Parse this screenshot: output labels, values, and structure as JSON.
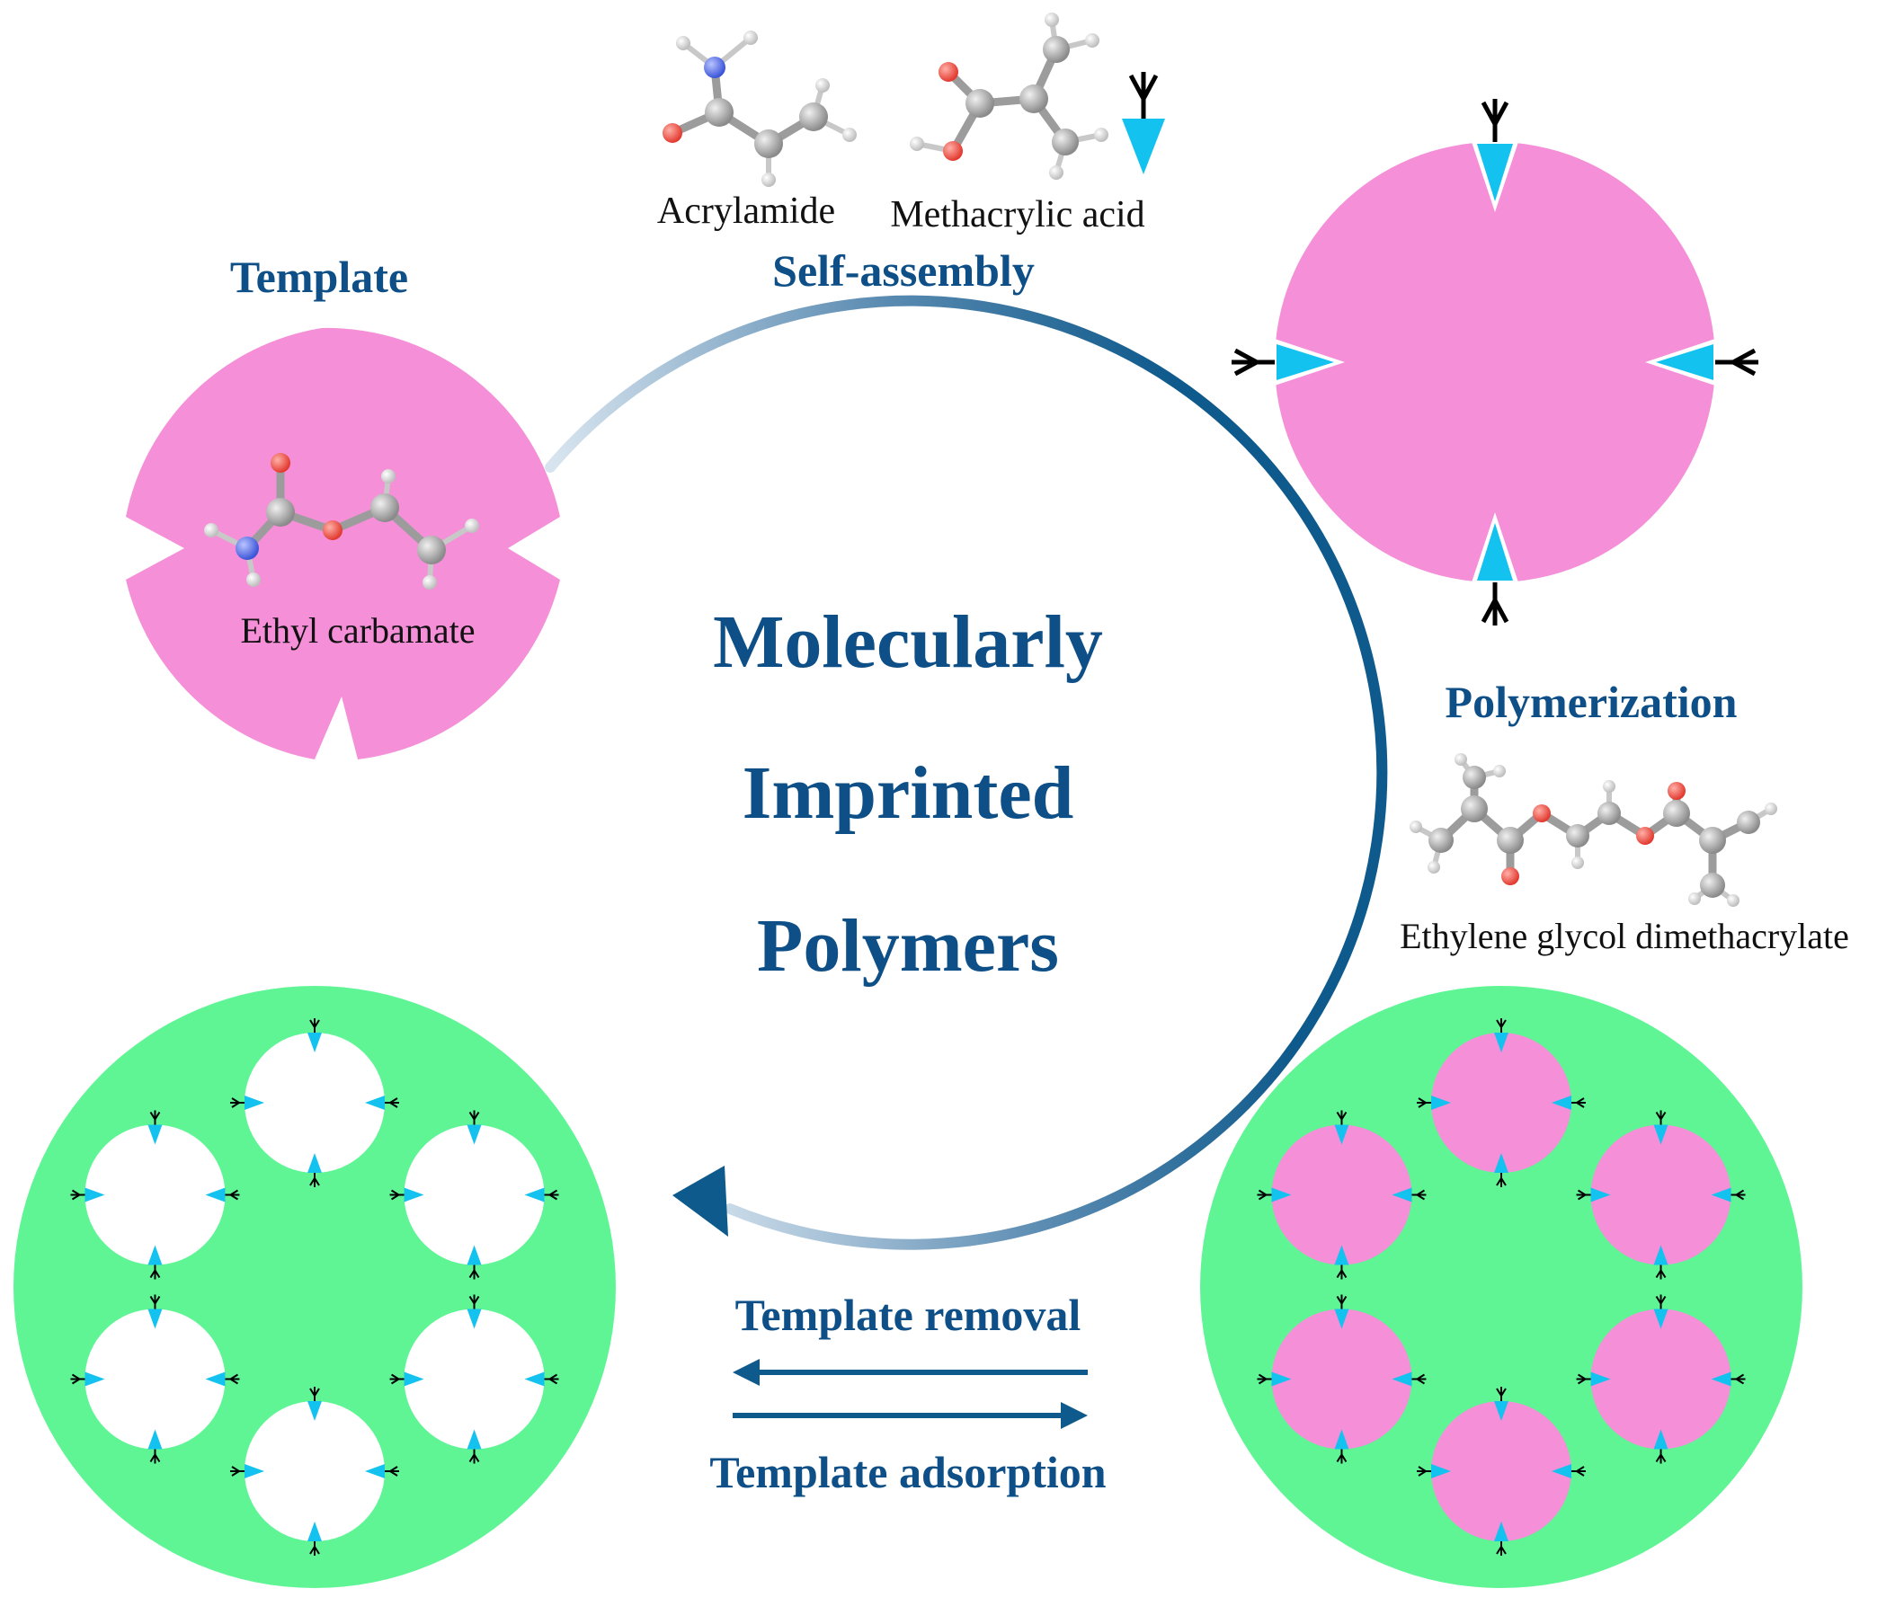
{
  "labels": {
    "template": "Template",
    "self_assembly": "Self-assembly",
    "polymerization": "Polymerization",
    "template_removal": "Template removal",
    "template_adsorption": "Template adsorption",
    "center_line1": "Molecularly",
    "center_line2": "Imprinted",
    "center_line3": "Polymers"
  },
  "molecules": {
    "acrylamide": "Acrylamide",
    "methacrylic_acid": "Methacrylic  acid",
    "ethyl_carbamate": "Ethyl  carbamate",
    "egdma": "Ethylene  glycol  dimethacrylate"
  },
  "colors": {
    "template_pink": "#f48fd8",
    "polymer_green": "#5ff595",
    "monomer_cyan": "#14c2ef",
    "title_blue": "#0d4f86",
    "arrow_blue": "#0f5a8c",
    "atom_carbon": "#9c9c9c",
    "atom_oxygen": "#f0483e",
    "atom_nitrogen": "#4c66e8",
    "atom_hydrogen": "#d8d8d8"
  },
  "icons": {
    "monomer": "cyan-triangle-with-fork-icon",
    "cycle_arrow": "circular-arrow-icon"
  }
}
